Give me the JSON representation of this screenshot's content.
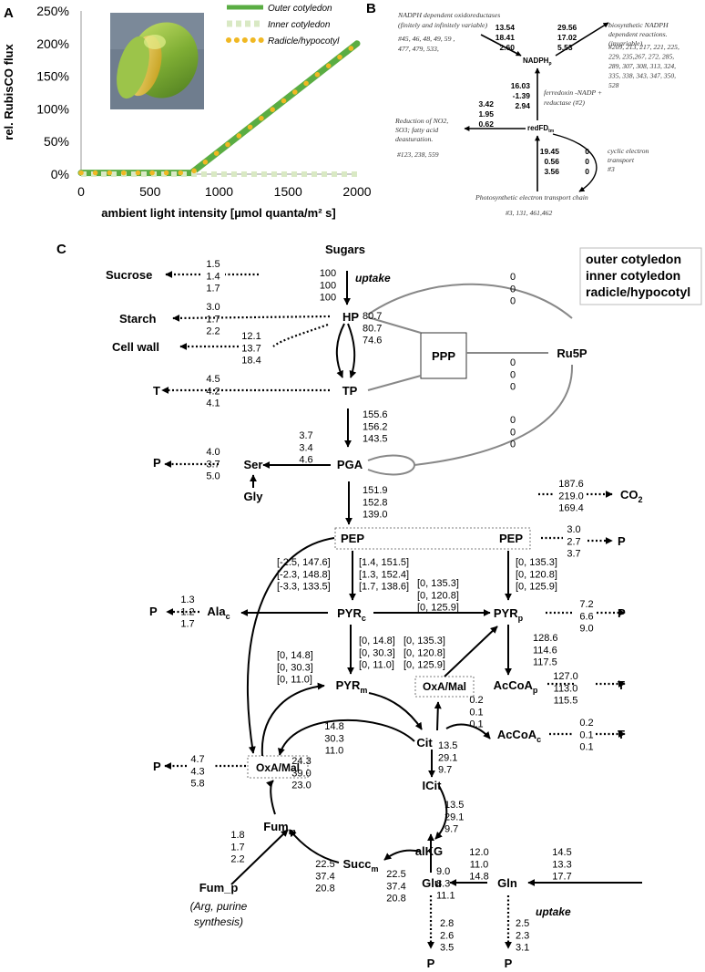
{
  "panels": {
    "a": "A",
    "b": "B",
    "c": "C"
  },
  "panel_a": {
    "legend": [
      "Outer cotyledon",
      "Inner cotyledon",
      "Radicle/hypocotyl"
    ]
  },
  "chart_data": {
    "type": "line",
    "title": "",
    "xlabel": "ambient light intensity [µmol quanta/m² s]",
    "ylabel": "rel. RubisCO flux",
    "xlim": [
      0,
      2000
    ],
    "ylim": [
      0,
      250
    ],
    "xticks": [
      "0",
      "500",
      "1000",
      "1500",
      "2000"
    ],
    "yticks": [
      "0%",
      "50%",
      "100%",
      "150%",
      "200%",
      "250%"
    ],
    "grid": false,
    "legend_position": "top-right",
    "series": [
      {
        "name": "Outer cotyledon",
        "color": "#5aad43",
        "style": "solid",
        "x": [
          0,
          800,
          2000
        ],
        "y": [
          2,
          2,
          200
        ]
      },
      {
        "name": "Inner cotyledon",
        "color": "#d9e9c4",
        "style": "dash",
        "x": [
          0,
          2000
        ],
        "y": [
          0,
          0
        ]
      },
      {
        "name": "Radicle/hypocotyl",
        "color": "#f0b823",
        "style": "dot",
        "x": [
          0,
          800,
          2000
        ],
        "y": [
          2,
          2,
          200
        ]
      }
    ]
  },
  "panel_b": {
    "nadph_oxred": [
      "NADPH dependent  oxidoreductases",
      "(finitely and infinitely variable)",
      "#45, 46, 48, 49, 59 ,",
      "477, 479, 533,"
    ],
    "biosynth": [
      "biosynthetic NADPH",
      "dependent reactions.",
      "(invariable)"
    ],
    "biosynth_refs": [
      "#209, 213, 217, 221, 225,",
      "229, 235,267, 272, 285,",
      "289, 307, 308, 313, 324,",
      "335, 338, 343, 347, 350,",
      "528"
    ],
    "fnr": [
      "ferredoxin -NADP +",
      "reductase  (#2)"
    ],
    "reduction": [
      "Reduction of NO2,",
      "SO3; fatty acid",
      "deasturation."
    ],
    "reduction_refs": "#123, 238, 559",
    "cyclic": [
      "cyclic  electron",
      "transport",
      "#3"
    ],
    "photo": "Photosynthetic electron  transport chain",
    "photo_refs": "#3, 131, 461,462",
    "nadph_label": "NADPH",
    "nadph_sub": "p",
    "redfd_label": "redFD",
    "redfd_sub": "tm",
    "v1": [
      "13.54",
      "18.41",
      "2.60"
    ],
    "v2": [
      "29.56",
      "17.02",
      "5.53"
    ],
    "v3": [
      "16.03",
      "-1.39",
      "2.94"
    ],
    "v4": [
      "3.42",
      "1.95",
      "0.62"
    ],
    "v5": [
      "19.45",
      "0.56",
      "3.56"
    ],
    "v6": [
      "0",
      "0",
      "0"
    ]
  },
  "panel_c": {
    "legend": [
      "outer cotyledon",
      "inner cotyledon",
      "radicle/hypocotyl"
    ],
    "labels": {
      "sugars": "Sugars",
      "uptake": "uptake",
      "uptake2": "uptake",
      "sucrose": "Sucrose",
      "starch": "Starch",
      "cellwall": "Cell wall",
      "hp": "HP",
      "tp": "TP",
      "pga": "PGA",
      "ser": "Ser",
      "gly": "Gly",
      "ppp": "PPP",
      "ru5p": "Ru5P",
      "t1": "T",
      "p1": "P",
      "co2": "CO",
      "co2_sub": "2",
      "pep": "PEP",
      "pep2": "PEP",
      "p_pep": "P",
      "pyrc": "PYR",
      "pyrc_sub": "c",
      "pyrp": "PYR",
      "pyrp_sub": "p",
      "alac": "Ala",
      "alac_sub": "c",
      "p_ala": "P",
      "p_pyrp": "P",
      "pyrm": "PYR",
      "pyrm_sub": "m",
      "oxamal_top": "OxA/Mal",
      "acoap": "AcCoA",
      "acoap_sub": "p",
      "t_acoap": "T",
      "acoac": "AcCoA",
      "acoac_sub": "c",
      "t_acoac": "T",
      "cit": "Cit",
      "icit": "ICit",
      "oxamal": "OxA/Mal",
      "p_oxa": "P",
      "fumm": "Fum",
      "fumm_sub": "m",
      "akg": "alKG",
      "succm": "Succ",
      "succm_sub": "m",
      "fump": "Fum_p",
      "fump_note": [
        "(Arg, purine",
        "synthesis)"
      ],
      "glu": "Glu",
      "gln": "Gln",
      "p_glu": "P",
      "p_gln": "P"
    },
    "v": {
      "sucrose": [
        "1.5",
        "1.4",
        "1.7"
      ],
      "sugars": [
        "100",
        "100",
        "100"
      ],
      "ru5p_top": [
        "0",
        "0",
        "0"
      ],
      "starch": [
        "3.0",
        "1.7",
        "2.2"
      ],
      "cellwall": [
        "12.1",
        "13.7",
        "18.4"
      ],
      "hp_tp": [
        "80.7",
        "80.7",
        "74.6"
      ],
      "ppp_ru5p": [
        "0",
        "0",
        "0"
      ],
      "t": [
        "4.5",
        "4.2",
        "4.1"
      ],
      "tp_pga": [
        "155.6",
        "156.2",
        "143.5"
      ],
      "pga_ru5p": [
        "0",
        "0",
        "0"
      ],
      "pga_ser": [
        "3.7",
        "3.4",
        "4.6"
      ],
      "ser_p": [
        "4.0",
        "3.7",
        "5.0"
      ],
      "pga_pep": [
        "151.9",
        "152.8",
        "139.0"
      ],
      "co2": [
        "187.6",
        "219.0",
        "169.4"
      ],
      "pep_p": [
        "3.0",
        "2.7",
        "3.7"
      ],
      "pep_oxa": [
        "[-2.5, 147.6]",
        "[-2.3, 148.8]",
        "[-3.3, 133.5]"
      ],
      "pep_pyrc": [
        "[1.4, 151.5]",
        "[1.3, 152.4]",
        "[1.7, 138.6]"
      ],
      "pyrc_pyrp": [
        "[0, 135.3]",
        "[0, 120.8]",
        "[0, 125.9]"
      ],
      "pep_pyrp": [
        "[0, 135.3]",
        "[0, 120.8]",
        "[0, 125.9]"
      ],
      "ala": [
        "1.3",
        "1.2",
        "1.7"
      ],
      "pyrp_p": [
        "7.2",
        "6.6",
        "9.0"
      ],
      "pyrp_acoa": [
        "128.6",
        "114.6",
        "117.5"
      ],
      "pyrc_pyrm": [
        "[0, 14.8]",
        "[0, 30.3]",
        "[0, 11.0]"
      ],
      "oxa_pyrp": [
        "[0, 135.3]",
        "[0, 120.8]",
        "[0, 125.9]"
      ],
      "oxa_pyrm": [
        "[0, 14.8]",
        "[0, 30.3]",
        "[0, 11.0]"
      ],
      "acoap_t": [
        "127.0",
        "113.0",
        "115.5"
      ],
      "cit_oxa": [
        "0.2",
        "0.1",
        "0.1"
      ],
      "acoac_t": [
        "0.2",
        "0.1",
        "0.1"
      ],
      "pyrm_cit": [
        "14.8",
        "30.3",
        "11.0"
      ],
      "cit_icit": [
        "13.5",
        "29.1",
        "9.7"
      ],
      "oxa_p": [
        "4.7",
        "4.3",
        "5.8"
      ],
      "fum_oxa": [
        "24.3",
        "39.0",
        "23.0"
      ],
      "icit_akg": [
        "13.5",
        "29.1",
        "9.7"
      ],
      "fump_fum": [
        "1.8",
        "1.7",
        "2.2"
      ],
      "succ_fum": [
        "22.5",
        "37.4",
        "20.8"
      ],
      "akg_succ": [
        "22.5",
        "37.4",
        "20.8"
      ],
      "glu_akg": [
        "9.0",
        "8.3",
        "11.1"
      ],
      "gln_glu": [
        "12.0",
        "11.0",
        "14.8"
      ],
      "gln_uptake": [
        "14.5",
        "13.3",
        "17.7"
      ],
      "glu_p": [
        "2.8",
        "2.6",
        "3.5"
      ],
      "gln_p": [
        "2.5",
        "2.3",
        "3.1"
      ]
    }
  }
}
